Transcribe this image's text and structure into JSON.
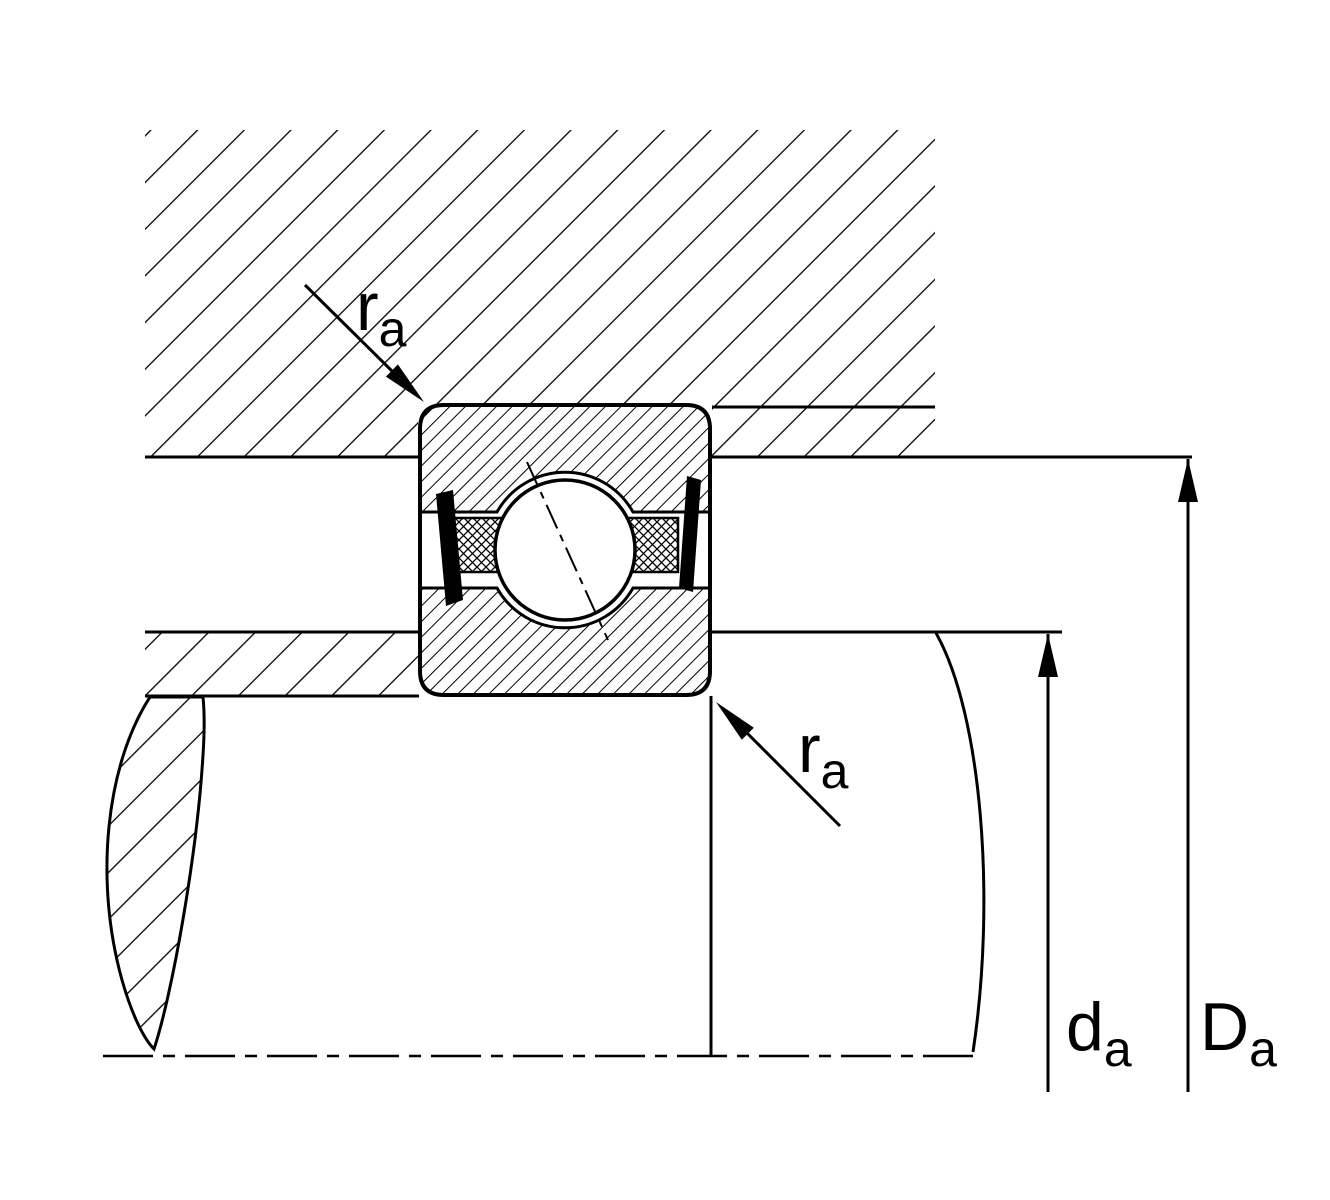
{
  "diagram": {
    "type": "bearing-mounting-cross-section-diagram",
    "labels": {
      "ra_top": {
        "base": "r",
        "sub": "a"
      },
      "ra_bottom": {
        "base": "r",
        "sub": "a"
      },
      "da": {
        "base": "d",
        "sub": "a"
      },
      "Da": {
        "base": "D",
        "sub": "a"
      }
    },
    "colors": {
      "line": "#000000",
      "background": "#ffffff"
    }
  }
}
